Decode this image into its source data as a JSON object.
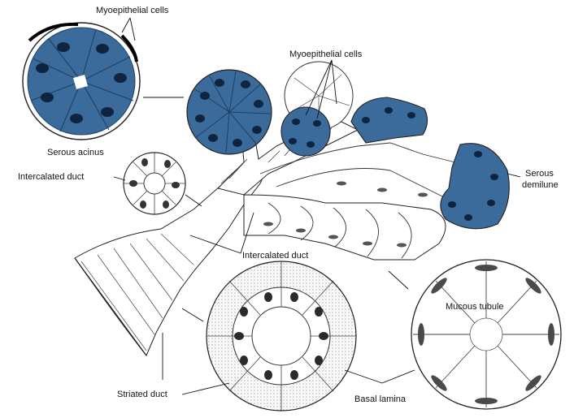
{
  "labels": {
    "myo_top": "Myoepithelial cells",
    "myo_mid": "Myoepithelial cells",
    "serous_acinus": "Serous acinus",
    "intercalated_left": "Intercalated duct",
    "intercalated_center": "Intercalated duct",
    "serous_demilune_1": "Serous",
    "serous_demilune_2": "demilune",
    "mucous_tubule": "Mucous tubule",
    "striated_duct": "Striated duct",
    "basal_lamina": "Basal lamina"
  },
  "colors": {
    "serous": "#3a6b9a",
    "serous_dark": "#1f3f62",
    "nucleus": "#0e2440",
    "mucous_fill": "#ffffff",
    "mucous_nucleus": "#4a4a4a",
    "outline": "#222222"
  }
}
